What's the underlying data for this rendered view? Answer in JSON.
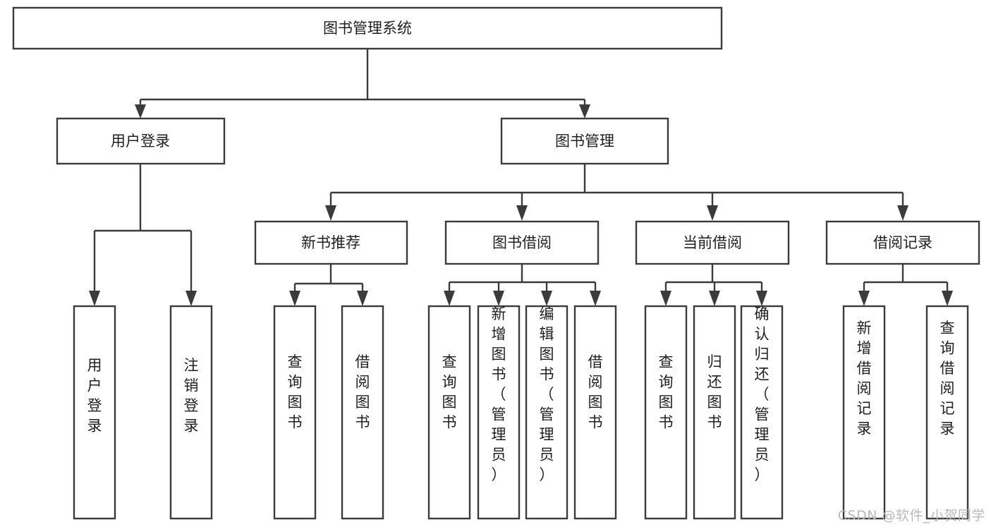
{
  "diagram": {
    "type": "tree-hierarchy",
    "title": "图书管理系统",
    "watermark": "CSDN @软件_小贺同学",
    "colors": {
      "box_stroke": "#3b3b3b",
      "box_fill": "#ffffff",
      "text": "#1f1f1f",
      "connector": "#3b3b3b",
      "watermark": "#b9b9b9",
      "background": "#ffffff"
    },
    "levels": {
      "root": {
        "label": "图书管理系统"
      },
      "level2": [
        {
          "label": "用户登录"
        },
        {
          "label": "图书管理"
        }
      ],
      "level3": [
        {
          "label": "新书推荐"
        },
        {
          "label": "图书借阅"
        },
        {
          "label": "当前借阅"
        },
        {
          "label": "借阅记录"
        }
      ],
      "leaves": {
        "user_login": [
          {
            "label": "用户登录"
          },
          {
            "label": "注销登录"
          }
        ],
        "new_book_recommend": [
          {
            "label": "查询图书"
          },
          {
            "label": "借阅图书"
          }
        ],
        "book_borrow": [
          {
            "label": "查询图书"
          },
          {
            "label": "新增图书（管理员）"
          },
          {
            "label": "编辑图书（管理员）"
          },
          {
            "label": "借阅图书"
          }
        ],
        "current_borrow": [
          {
            "label": "查询图书"
          },
          {
            "label": "归还图书"
          },
          {
            "label": "确认归还（管理员）"
          }
        ],
        "borrow_record": [
          {
            "label": "新增借阅记录"
          },
          {
            "label": "查询借阅记录"
          }
        ]
      }
    }
  }
}
